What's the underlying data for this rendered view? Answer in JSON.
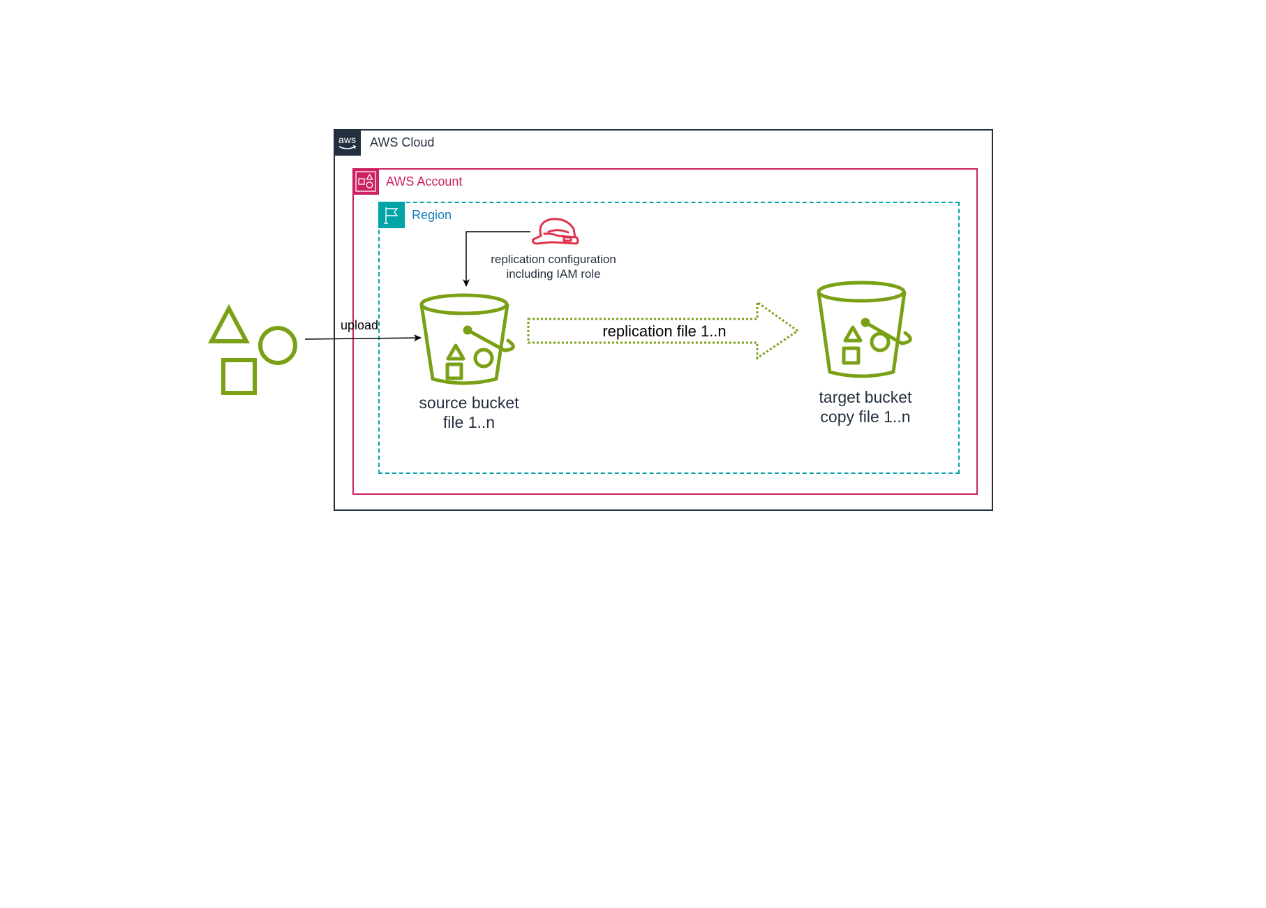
{
  "groups": {
    "cloud": {
      "label": "AWS Cloud",
      "logo_text": "aws",
      "color": "#232F3E"
    },
    "account": {
      "label": "AWS Account",
      "color": "#CC2264"
    },
    "region": {
      "label": "Region",
      "color": "#00A4A6",
      "label_color": "#147EBA"
    }
  },
  "nodes": {
    "objects": {
      "icon": "objects-icon",
      "color": "#7AA116"
    },
    "source_bucket": {
      "icon": "s3-bucket-icon",
      "line1": "source bucket",
      "line2": "file 1..n",
      "color": "#7AA116"
    },
    "target_bucket": {
      "icon": "s3-bucket-icon",
      "line1": "target bucket",
      "line2": "copy file 1..n",
      "color": "#7AA116"
    },
    "replication_config": {
      "icon": "iam-helmet-icon",
      "line1": "replication configuration",
      "line2": "including IAM role",
      "color": "#DD344C"
    }
  },
  "edges": {
    "upload": {
      "label": "upload"
    },
    "replication": {
      "label": "replication file 1..n",
      "color": "#7AA116"
    },
    "config": {
      "label": ""
    }
  }
}
